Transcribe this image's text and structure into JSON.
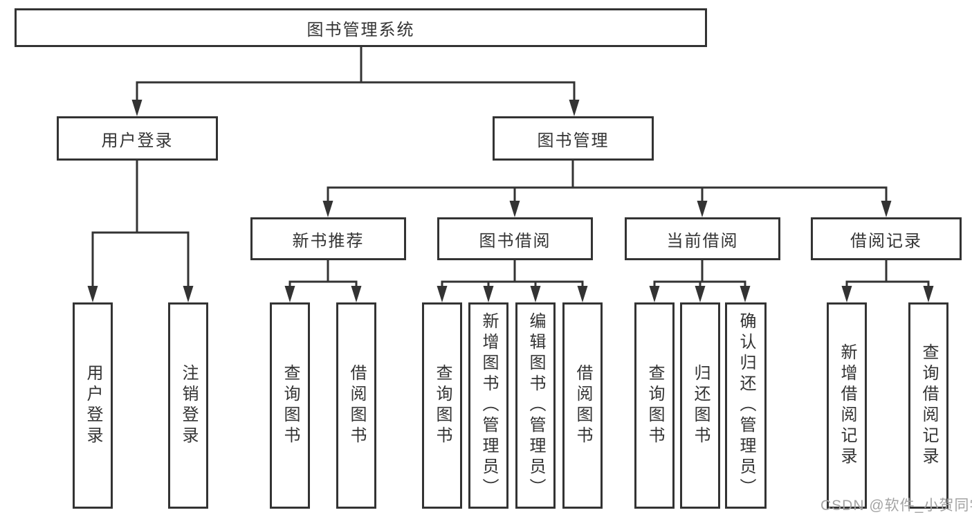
{
  "root": {
    "label": "图书管理系统"
  },
  "branches": [
    {
      "label": "用户登录",
      "leaves": [
        {
          "label": "用户登录"
        },
        {
          "label": "注销登录"
        }
      ]
    },
    {
      "label": "图书管理",
      "groups": [
        {
          "label": "新书推荐",
          "leaves": [
            {
              "label": "查询图书"
            },
            {
              "label": "借阅图书"
            }
          ]
        },
        {
          "label": "图书借阅",
          "leaves": [
            {
              "label": "查询图书"
            },
            {
              "label": "新增图书（管理员）"
            },
            {
              "label": "编辑图书（管理员）"
            },
            {
              "label": "借阅图书"
            }
          ]
        },
        {
          "label": "当前借阅",
          "leaves": [
            {
              "label": "查询图书"
            },
            {
              "label": "归还图书"
            },
            {
              "label": "确认归还（管理员）"
            }
          ]
        },
        {
          "label": "借阅记录",
          "leaves": [
            {
              "label": "新增借阅记录"
            },
            {
              "label": "查询借阅记录"
            }
          ]
        }
      ]
    }
  ],
  "watermark": "CSDN @软件_小贺同学",
  "colors": {
    "line": "#333333",
    "text": "#333333",
    "watermark": "#a3a3a3",
    "background": "#ffffff"
  }
}
